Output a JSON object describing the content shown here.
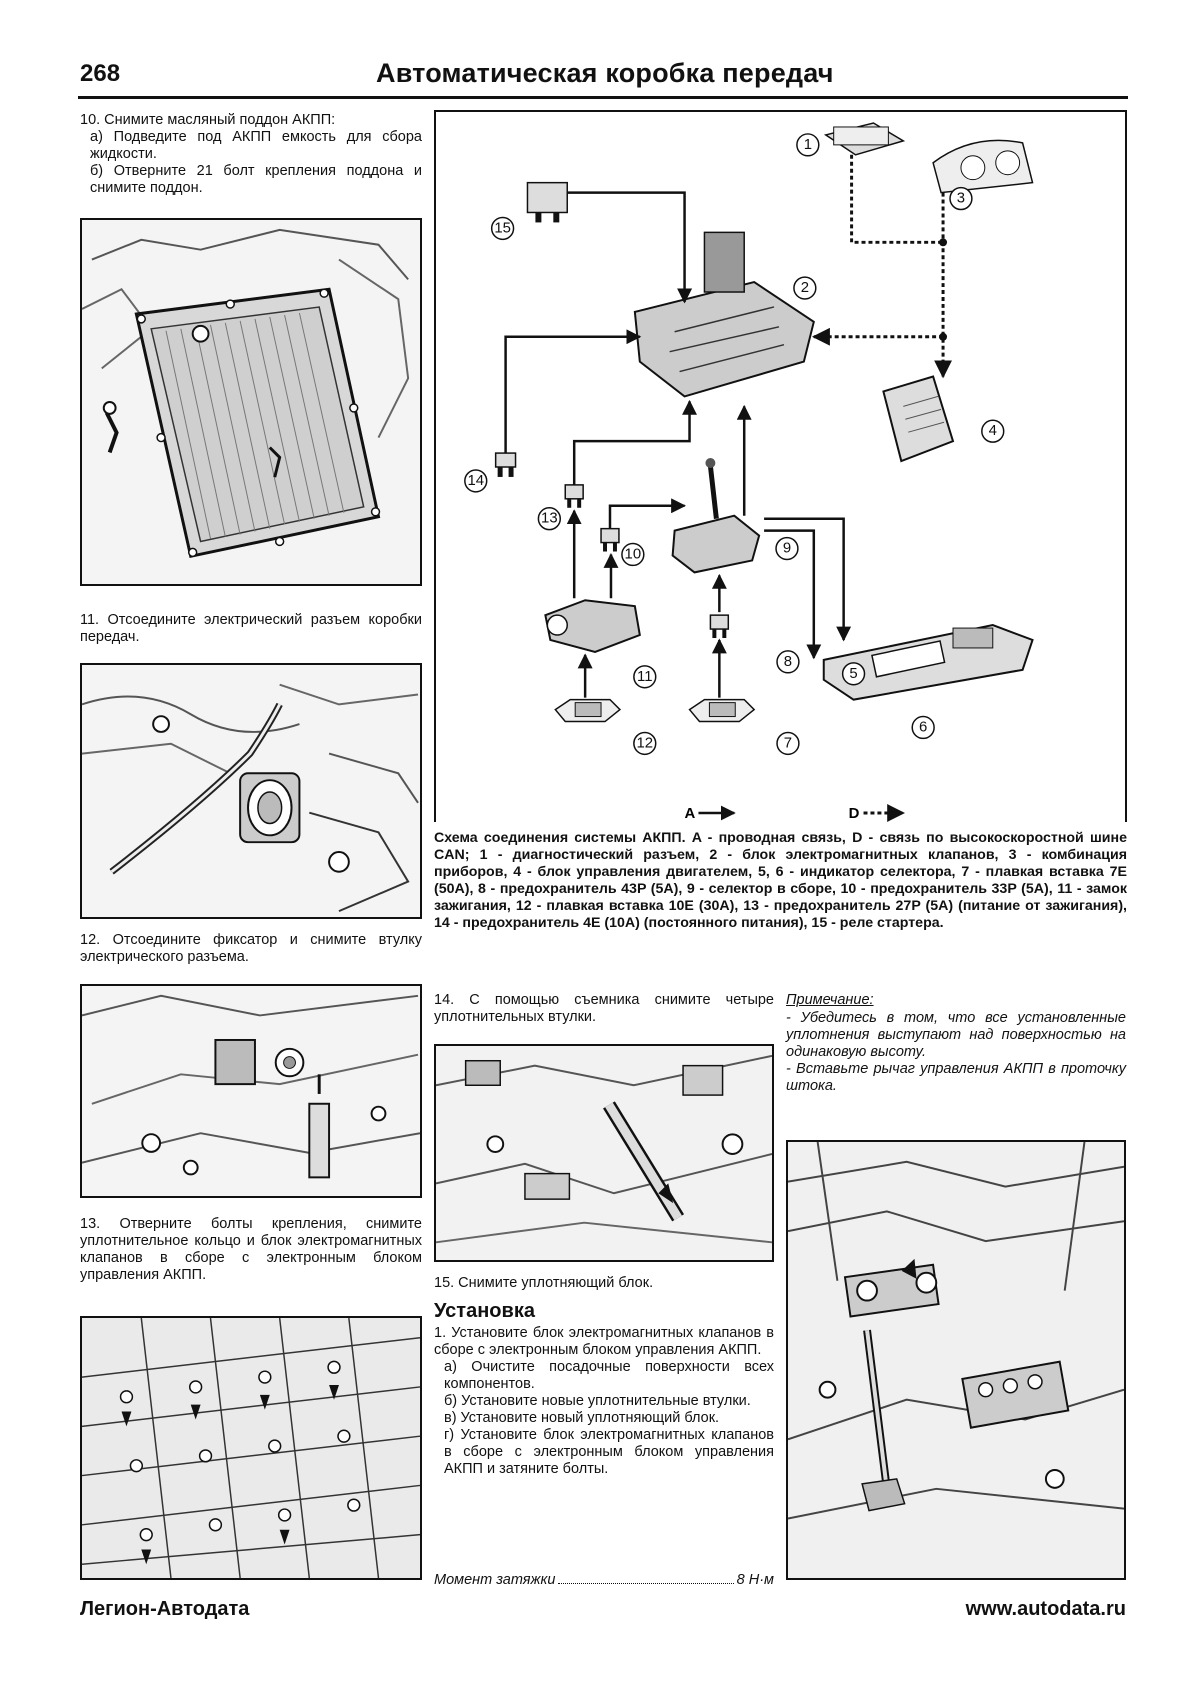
{
  "header": {
    "page_number": "268",
    "title": "Автоматическая коробка передач"
  },
  "left_column": {
    "step10": {
      "title": "10. Снимите масляный поддон АКПП:",
      "a": "а) Подведите под АКПП емкость для сбора жидкости.",
      "b": "б) Отверните 21 болт крепления поддона и снимите поддон."
    },
    "step11": "11. Отсоедините электрический разъем коробки передач.",
    "step12": "12. Отсоедините фиксатор и снимите втулку электрического разъема.",
    "step13": "13. Отверните болты крепления, снимите уплотнительное кольцо и блок электромагнитных клапанов в сборе с электронным блоком управления АКПП."
  },
  "diagram": {
    "callouts": [
      "1",
      "2",
      "3",
      "4",
      "5",
      "6",
      "7",
      "8",
      "9",
      "10",
      "11",
      "12",
      "13",
      "14",
      "15"
    ],
    "legend_a": "A",
    "legend_d": "D"
  },
  "caption": "Схема соединения системы АКПП. A - проводная связь, D - связь по высокоскоростной шине CAN; 1 - диагностический разъем, 2 - блок электромагнитных клапанов, 3 - комбинация приборов, 4 - блок управления двигателем, 5, 6 - индикатор селектора, 7 - плавкая вставка 7E (50A), 8 - предохранитель 43P (5A), 9 - селектор в сборе, 10 - предохранитель 33P (5A), 11 - замок зажигания, 12 - плавкая вставка 10E (30A), 13 - предохранитель 27P (5A) (питание от зажигания), 14 - предохранитель 4E (10A) (постоянного питания), 15 - реле стартера.",
  "middle_column": {
    "step14": "14. С помощью съемника снимите четыре уплотнительных втулки.",
    "step15": "15. Снимите уплотняющий блок.",
    "section_title": "Установка",
    "install1": "1. Установите блок электромагнитных клапанов в сборе с электронным блоком управления АКПП.",
    "install_a": "а) Очистите посадочные поверхности всех компонентов.",
    "install_b": "б) Установите новые уплотнительные втулки.",
    "install_c": "в) Установите новый уплотняющий блок.",
    "install_d": "г) Установите блок электромагнитных клапанов в сборе с электронным блоком управления АКПП и затяните болты.",
    "torque_label": "Момент затяжки",
    "torque_value": "8 Н·м"
  },
  "note": {
    "title": "Примечание:",
    "line1": "- Убедитесь в том, что все установленные уплотнения выступают над поверхностью на одинаковую высоту.",
    "line2": "- Вставьте рычаг управления АКПП в проточку штока."
  },
  "footer": {
    "left": "Легион-Автодата",
    "right": "www.autodata.ru"
  }
}
